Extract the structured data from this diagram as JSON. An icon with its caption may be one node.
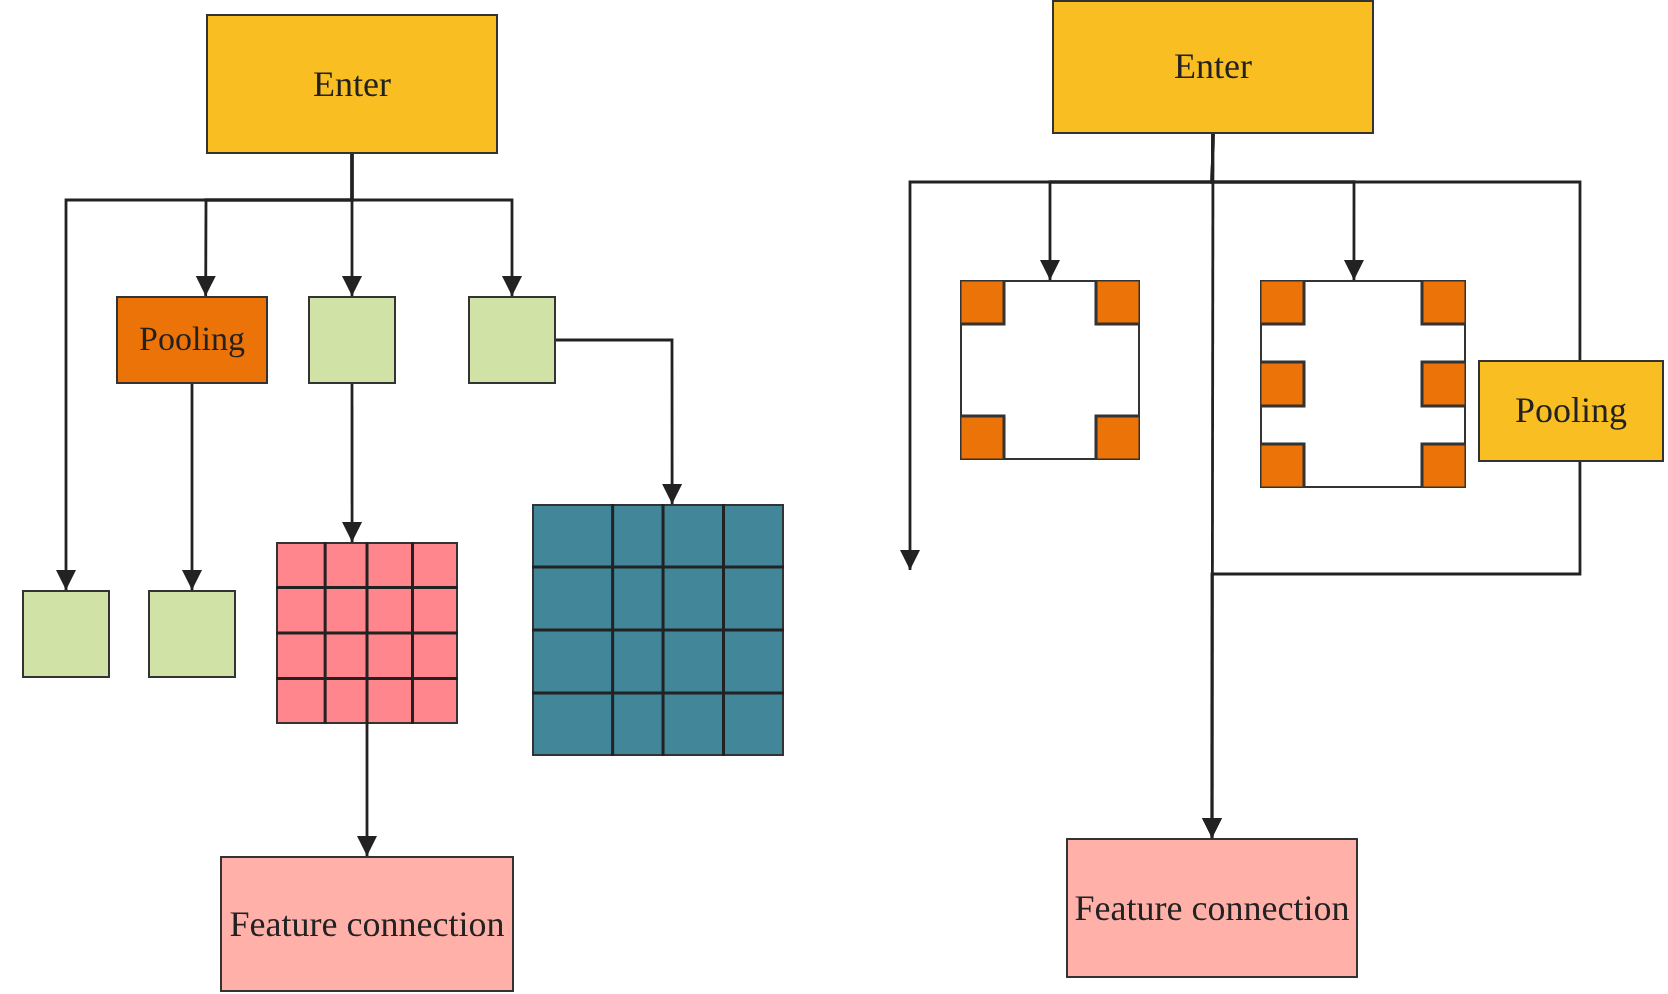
{
  "diagram": {
    "nodes": [
      {
        "text": [
          "Enter"
        ]
      },
      {
        "text": [
          "Pooling"
        ]
      },
      {
        "text": [],
        "shape": "box"
      },
      {
        "text": [],
        "shape": "box"
      },
      {
        "text": [],
        "shape": "box"
      },
      {
        "text": [],
        "shape": "box"
      },
      {
        "text": [],
        "shape": "grid"
      },
      {
        "text": [],
        "shape": "grid"
      },
      {
        "text": [
          "Feature connection"
        ]
      },
      {
        "text": [
          "Enter"
        ]
      },
      {
        "text": [],
        "shape": "box"
      },
      {
        "text": [],
        "shape": "box"
      },
      {
        "text": [
          "Pooling"
        ]
      },
      {
        "text": [
          "Feature connection"
        ]
      }
    ],
    "edges": [
      {
        "from": 0,
        "to": 4,
        "arrow": "to"
      },
      {
        "from": 0,
        "to": 1,
        "arrow": "to"
      },
      {
        "from": 0,
        "to": 2,
        "arrow": "to"
      },
      {
        "from": 0,
        "to": 3,
        "arrow": "to"
      },
      {
        "from": 1,
        "to": 5,
        "arrow": "to"
      },
      {
        "from": 2,
        "to": 6,
        "arrow": "to"
      },
      {
        "from": 3,
        "to": 7,
        "arrow": "to"
      },
      {
        "from": 6,
        "to": 8,
        "arrow": "to"
      },
      {
        "from": 9,
        "to": 10,
        "arrow": "to"
      },
      {
        "from": 9,
        "to": 11,
        "arrow": "to"
      },
      {
        "from": 9,
        "to": 13,
        "arrow": "to"
      },
      {
        "from": 9,
        "to": null,
        "arrow": "to"
      },
      {
        "from": 9,
        "to": 12,
        "arrow": "none"
      },
      {
        "from": 12,
        "to": 13,
        "arrow": "to"
      }
    ]
  }
}
